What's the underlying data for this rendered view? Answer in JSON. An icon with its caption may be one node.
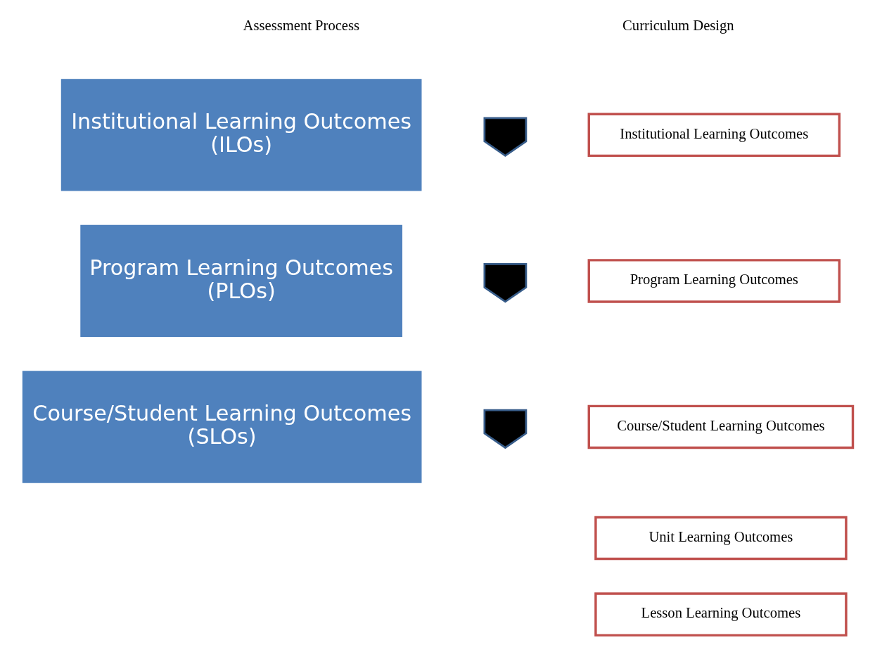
{
  "diagram": {
    "nodes": [
      {
        "text": [
          "Institutional Learning Outcomes",
          "(ILOs)"
        ]
      },
      {
        "text": [],
        "shape": "arrow"
      },
      {
        "text": [
          "Institutional Learning Outcomes"
        ]
      },
      {
        "text": [
          "Program Learning Outcomes",
          "(PLOs)"
        ]
      },
      {
        "text": [],
        "shape": "arrow"
      },
      {
        "text": [
          "Program Learning Outcomes"
        ]
      },
      {
        "text": [
          "Course/Student Learning Outcomes",
          "(SLOs)"
        ]
      },
      {
        "text": [
          "Course/Student Learning Outcomes"
        ]
      },
      {
        "text": [],
        "shape": "arrow"
      },
      {
        "text": [
          "Unit Learning Outcomes"
        ]
      },
      {
        "text": [
          "Lesson Learning Outcomes"
        ]
      }
    ],
    "edges": [],
    "labels": [
      "Assessment Process",
      "Curriculum Design"
    ]
  }
}
